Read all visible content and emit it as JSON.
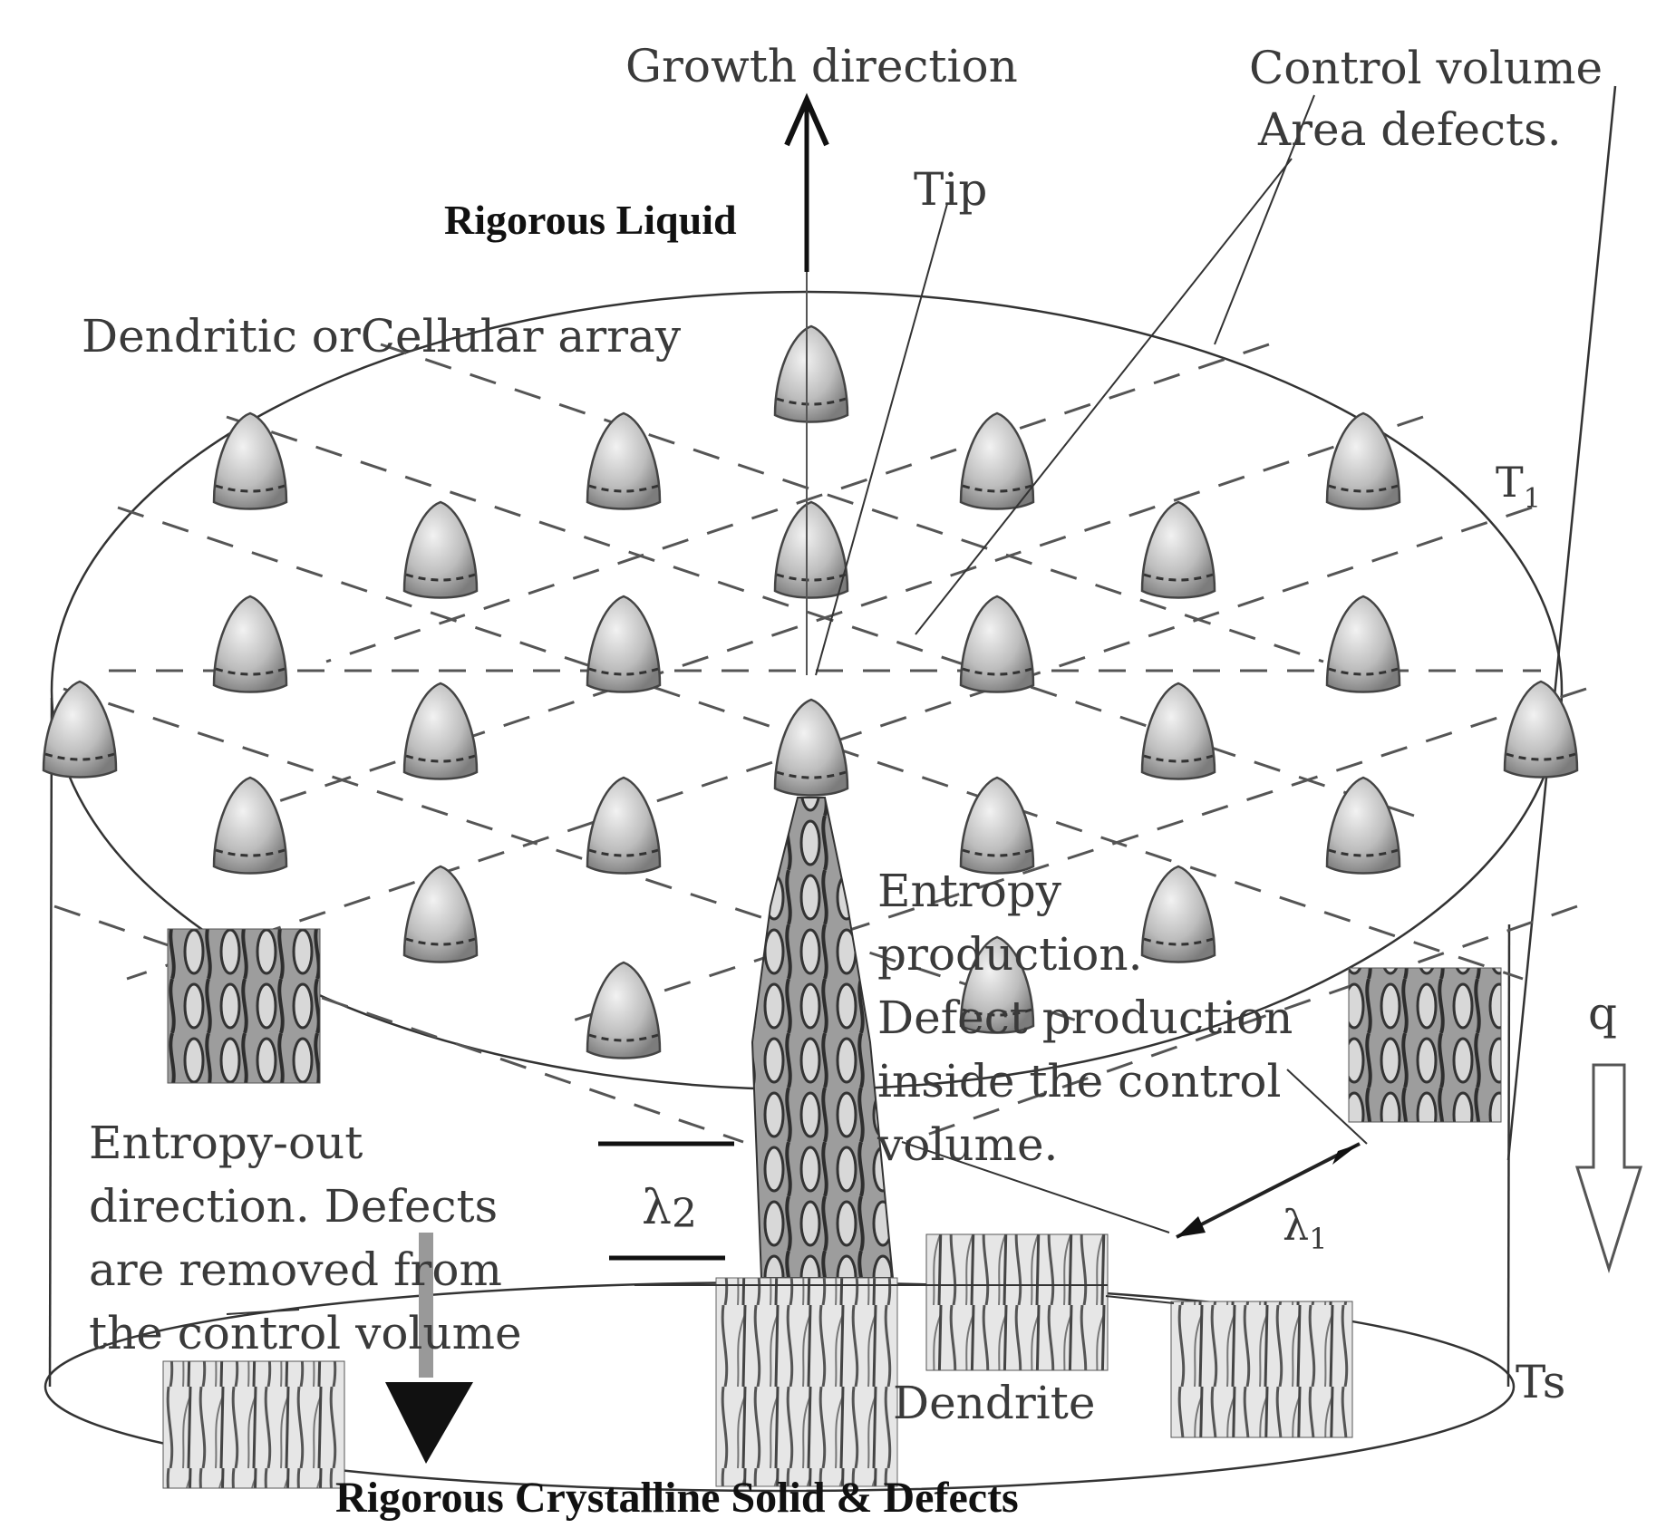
{
  "labels": {
    "growth_direction": "Growth direction",
    "control_volume": "Control volume",
    "area_defects": "Area defects.",
    "tip": "Tip",
    "rigorous_liquid": "Rigorous Liquid",
    "dendritic_array": "Dendritic orCellular array",
    "t1": "T",
    "t1_sub": "1",
    "entropy_production": [
      "Entropy",
      "production.",
      "Defect production",
      "inside the control",
      "volume."
    ],
    "q": "q",
    "entropy_out": [
      "Entropy-out",
      "direction.  Defects",
      "are removed from",
      "the control volume"
    ],
    "lambda2": "λ",
    "lambda2_sub": "2",
    "lambda1": "λ",
    "lambda1_sub": "1",
    "dendrite": "Dendrite",
    "ts": "Ts",
    "rigorous_solid": "Rigorous Crystalline Solid & Defects"
  },
  "colors": {
    "line": "#333333",
    "dash": "#555555",
    "cell_fill": "#b9b9b9",
    "micro_dark": "#4a4a4a",
    "micro_light": "#c8c8c8"
  }
}
